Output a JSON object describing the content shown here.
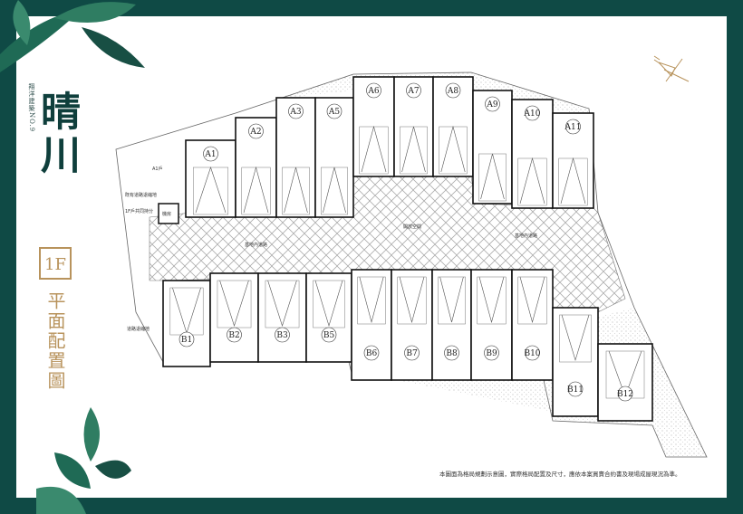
{
  "header": {
    "brand_small": "翔洋建築NO.9",
    "brand": "晴川",
    "floor": "1F",
    "plan_title": "平面配置圖"
  },
  "plan": {
    "top_units": [
      "A1",
      "A2",
      "A3",
      "A5",
      "A6",
      "A7",
      "A8",
      "A9",
      "A10",
      "A11"
    ],
    "bottom_units": [
      "B1",
      "B2",
      "B3",
      "B5",
      "B6",
      "B7",
      "B8",
      "B9",
      "B10",
      "B11",
      "B12"
    ],
    "annotations": {
      "a1_household": "A1戶",
      "setback": "既有道路退縮地",
      "shared": "1F戶共同持分",
      "machine_room": "機房",
      "road_left": "基地內道路",
      "road_right": "基地內道路",
      "open_space": "開放空間",
      "roadside": "道路退縮地"
    }
  },
  "note": "本圖面為格局規劃示意圖，實際格局配置及尺寸，應依本案買賣合約書及現場成屋現況為準。",
  "colors": {
    "frame": "#0f4a45",
    "gold": "#b8935c",
    "brand": "#0f3f3c"
  }
}
